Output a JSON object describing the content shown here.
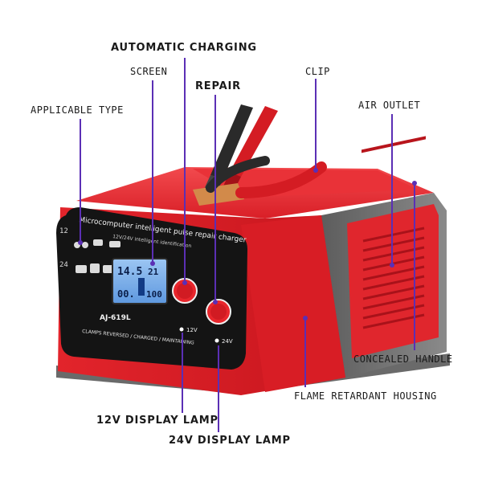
{
  "callouts": {
    "automatic_charging": "AUTOMATIC CHARGING",
    "screen": "SCREEN",
    "repair": "REPAIR",
    "clip": "CLIP",
    "applicable_type": "APPLICABLE TYPE",
    "air_outlet": "AIR OUTLET",
    "concealed_handle": "CONCEALED HANDLE",
    "flame_retardant_housing": "FLAME RETARDANT HOUSING",
    "lamp_12v": "12V DISPLAY LAMP",
    "lamp_24v": "24V DISPLAY LAMP"
  },
  "device": {
    "brand_line": "Microcomputer intelligent pulse repair charger",
    "sub_line": "12V/24V intelligent identification",
    "model": "AJ-619L",
    "status_line": "CLAMPS REVERSED / CHARGED / MAINTAINING",
    "btn_12v": "12V",
    "btn_24v": "24V",
    "lcd_top_left": "14.5",
    "lcd_top_right": "21",
    "lcd_bottom_left": "00.",
    "lcd_bottom_right": "100"
  },
  "colors": {
    "housing_red": "#e8262c",
    "dark_red": "#b31219",
    "panel_black": "#141414",
    "callout_purple": "#5b2fb5",
    "lcd_blue": "#6fa8e8"
  }
}
